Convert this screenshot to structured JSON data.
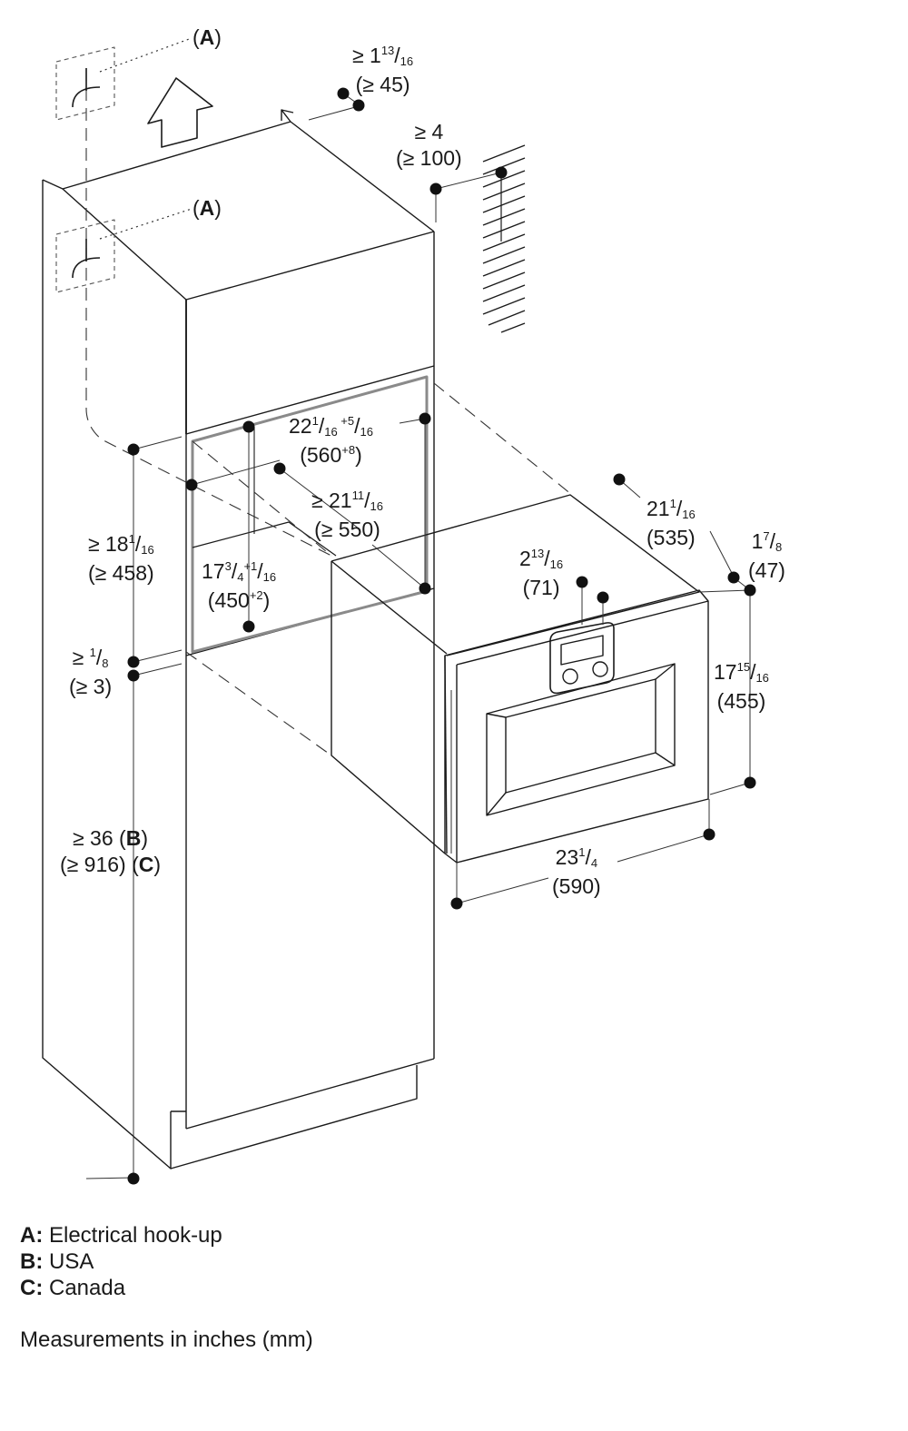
{
  "diagram": {
    "hookup_label_top": [
      [
        {
          "t": "("
        },
        {
          "t": "A",
          "b": true
        },
        {
          "t": ")"
        }
      ]
    ],
    "hookup_label_mid": [
      [
        {
          "t": "("
        },
        {
          "t": "A",
          "b": true
        },
        {
          "t": ")"
        }
      ]
    ],
    "top_clearance": [
      [
        {
          "t": "≥ 1"
        },
        {
          "t": "13",
          "sup": true
        },
        {
          "t": "/"
        },
        {
          "t": "16",
          "sub": true
        }
      ],
      [
        {
          "t": "(≥ 45)"
        }
      ]
    ],
    "rear_clearance": [
      [
        {
          "t": "≥ 4"
        }
      ],
      [
        {
          "t": "(≥ 100)"
        }
      ]
    ],
    "niche_width": [
      [
        {
          "t": "22"
        },
        {
          "t": "1",
          "sup": true
        },
        {
          "t": "/"
        },
        {
          "t": "16",
          "sub": true
        },
        {
          "t": " +5",
          "sup": true
        },
        {
          "t": "/"
        },
        {
          "t": "16",
          "sub": true
        }
      ],
      [
        {
          "t": "(560"
        },
        {
          "t": "+8",
          "sup": true
        },
        {
          "t": ")"
        }
      ]
    ],
    "niche_depth": [
      [
        {
          "t": "≥ 21"
        },
        {
          "t": "11",
          "sup": true
        },
        {
          "t": "/"
        },
        {
          "t": "16",
          "sub": true
        }
      ],
      [
        {
          "t": "(≥ 550)"
        }
      ]
    ],
    "niche_upper_height": [
      [
        {
          "t": "≥ 18"
        },
        {
          "t": "1",
          "sup": true
        },
        {
          "t": "/"
        },
        {
          "t": "16",
          "sub": true
        }
      ],
      [
        {
          "t": "(≥ 458)"
        }
      ]
    ],
    "niche_height": [
      [
        {
          "t": "17"
        },
        {
          "t": "3",
          "sup": true
        },
        {
          "t": "/"
        },
        {
          "t": "4",
          "sub": true
        },
        {
          "t": "+1",
          "sup": true
        },
        {
          "t": "/"
        },
        {
          "t": "16",
          "sub": true
        }
      ],
      [
        {
          "t": "(450"
        },
        {
          "t": "+2",
          "sup": true
        },
        {
          "t": ")"
        }
      ]
    ],
    "shelf_thickness": [
      [
        {
          "t": "≥ "
        },
        {
          "t": "1",
          "sup": true
        },
        {
          "t": "/"
        },
        {
          "t": "8",
          "sub": true
        }
      ],
      [
        {
          "t": "(≥ 3)"
        }
      ]
    ],
    "floor_height": [
      [
        {
          "t": "≥ 36 ("
        },
        {
          "t": "B",
          "b": true
        },
        {
          "t": ")"
        }
      ],
      [
        {
          "t": "(≥ 916) ("
        },
        {
          "t": "C",
          "b": true
        },
        {
          "t": ")"
        }
      ]
    ],
    "oven_depth": [
      [
        {
          "t": "21"
        },
        {
          "t": "1",
          "sup": true
        },
        {
          "t": "/"
        },
        {
          "t": "16",
          "sub": true
        }
      ],
      [
        {
          "t": "(535)"
        }
      ]
    ],
    "fascia_depth": [
      [
        {
          "t": "1"
        },
        {
          "t": "7",
          "sup": true
        },
        {
          "t": "/"
        },
        {
          "t": "8",
          "sub": true
        }
      ],
      [
        {
          "t": "(47)"
        }
      ]
    ],
    "control_panel_width": [
      [
        {
          "t": "2"
        },
        {
          "t": "13",
          "sup": true
        },
        {
          "t": "/"
        },
        {
          "t": "16",
          "sub": true
        }
      ],
      [
        {
          "t": "(71)"
        }
      ]
    ],
    "oven_height": [
      [
        {
          "t": "17"
        },
        {
          "t": "15",
          "sup": true
        },
        {
          "t": "/"
        },
        {
          "t": "16",
          "sub": true
        }
      ],
      [
        {
          "t": "(455)"
        }
      ]
    ],
    "oven_width": [
      [
        {
          "t": "23"
        },
        {
          "t": "1",
          "sup": true
        },
        {
          "t": "/"
        },
        {
          "t": "4",
          "sub": true
        }
      ],
      [
        {
          "t": "(590)"
        }
      ]
    ]
  },
  "legend": [
    {
      "key": "A:",
      "text": " Electrical hook-up"
    },
    {
      "key": "B:",
      "text": " USA"
    },
    {
      "key": "C:",
      "text": " Canada"
    }
  ],
  "footnote": "Measurements in inches (mm)"
}
